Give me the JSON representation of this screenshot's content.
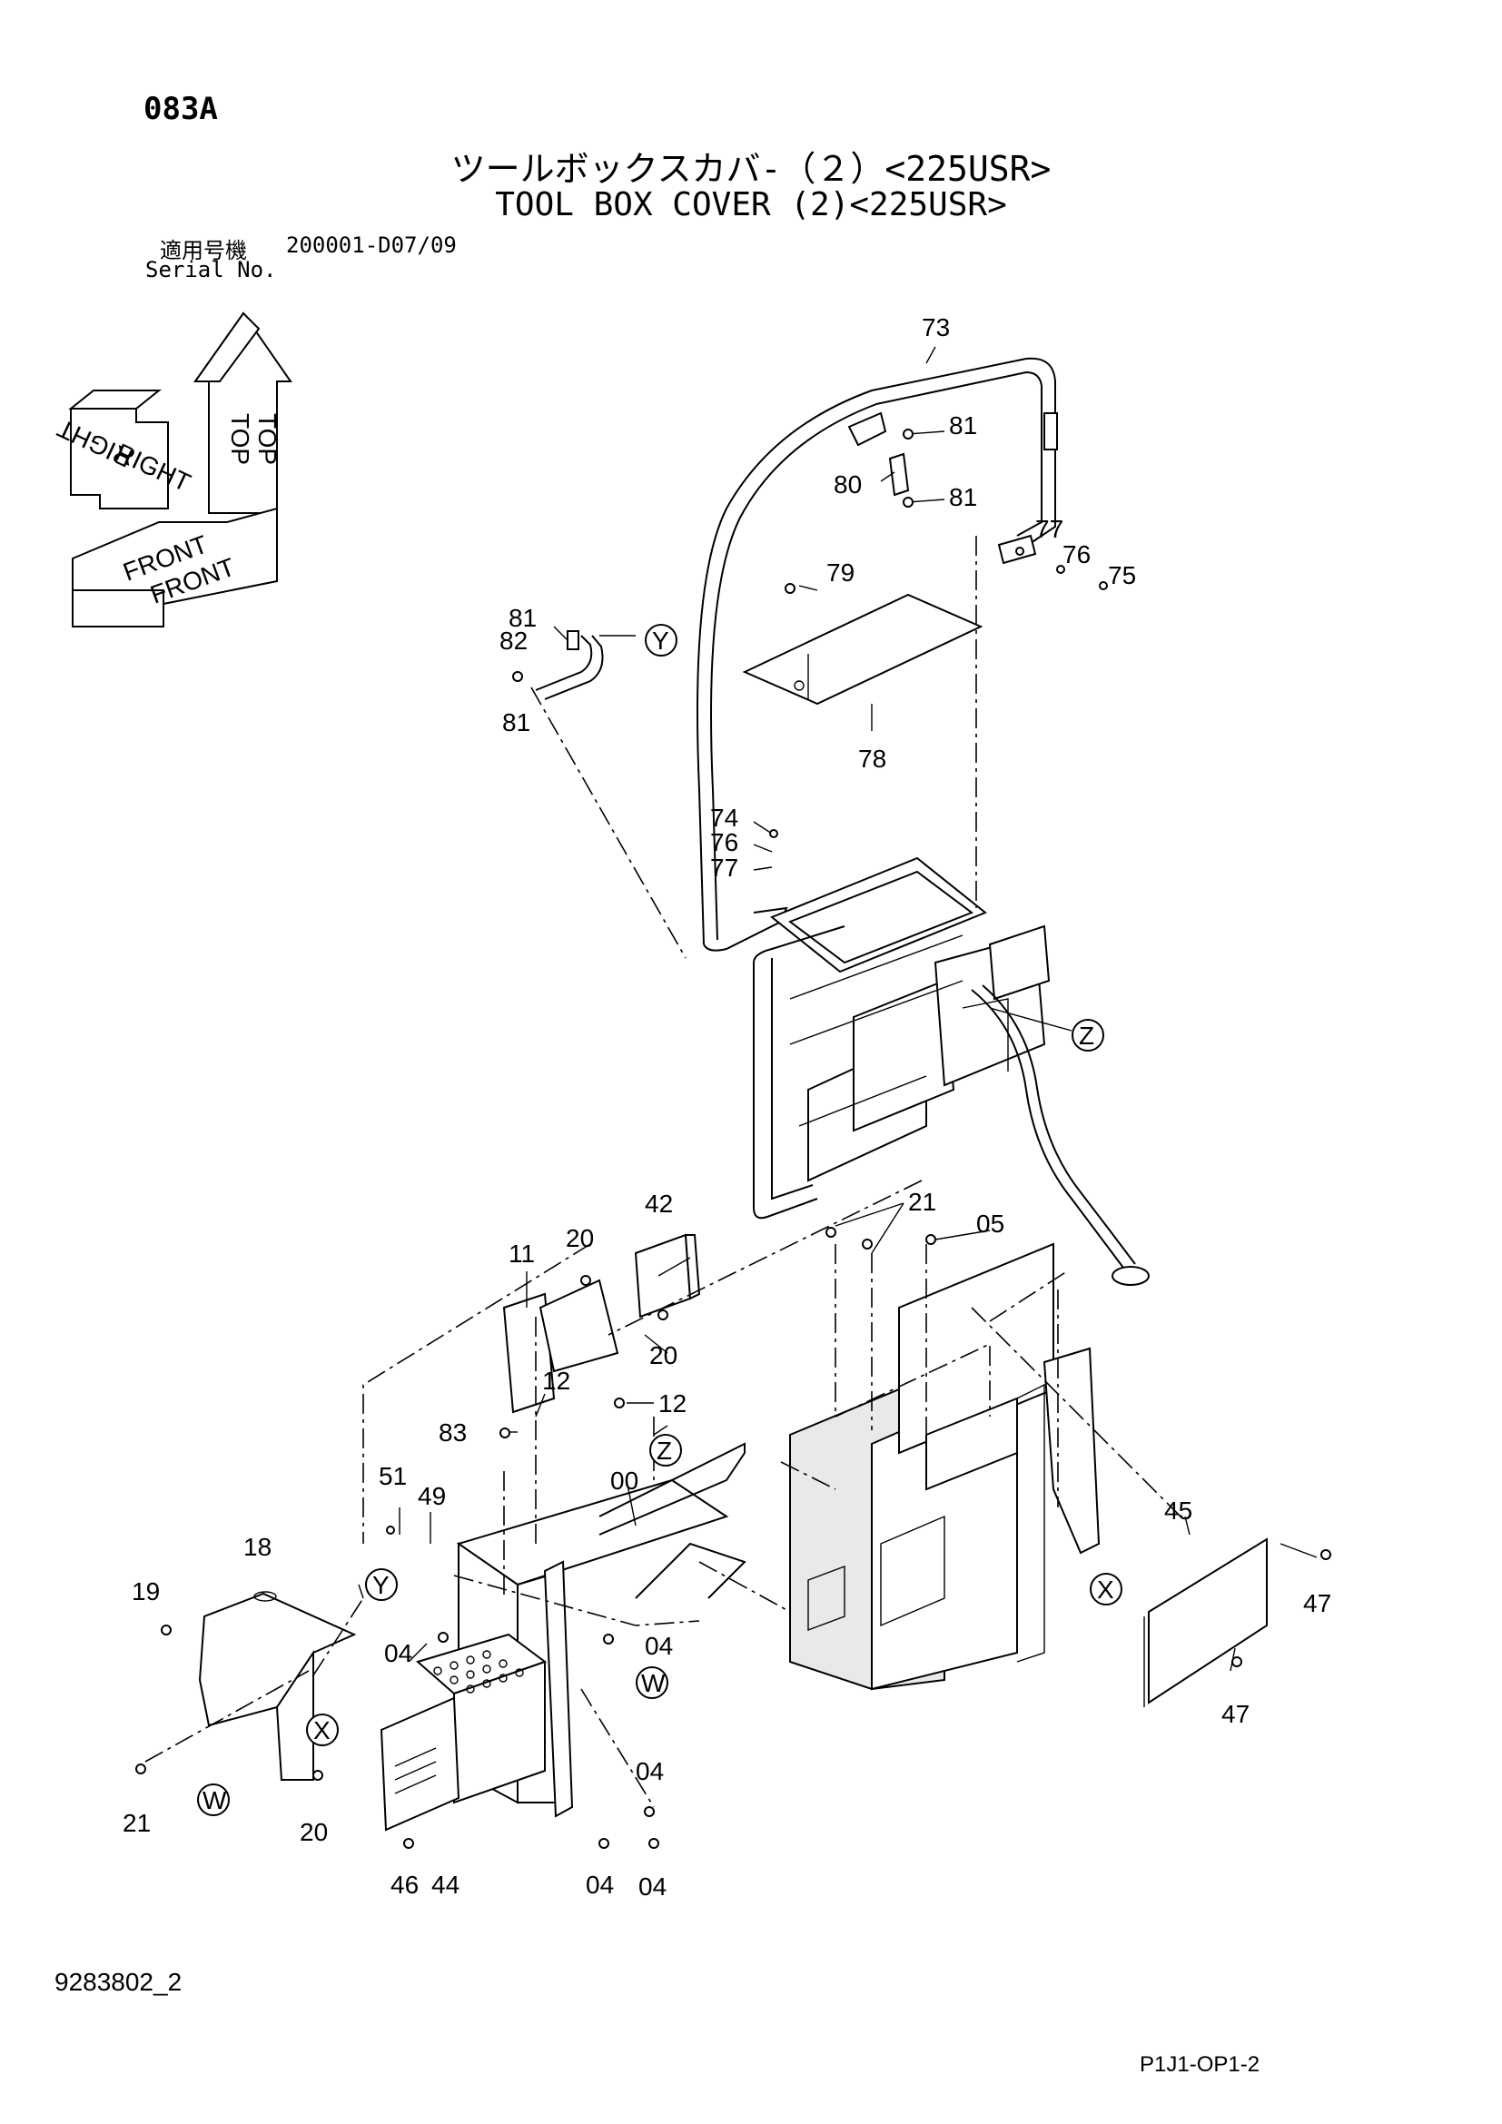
{
  "header": {
    "page_code": "083A",
    "title_ja": "ツールボックスカバ-（２）<225USR>",
    "title_en": "TOOL BOX COVER (2)<225USR>",
    "serial_label_ja": "適用号機",
    "serial_value": "200001-D07/09",
    "serial_label_en": "Serial No."
  },
  "orientation": {
    "top": "TOP",
    "right": "RIGHT",
    "front": "FRONT"
  },
  "callouts": {
    "p73": "73",
    "p81a": "81",
    "p80": "80",
    "p81b": "81",
    "p77a": "77",
    "p76a": "76",
    "p75": "75",
    "p79": "79",
    "p81c": "81",
    "p82": "82",
    "p81d": "81",
    "p78": "78",
    "p74": "74",
    "p76b": "76",
    "p77b": "77",
    "p42": "42",
    "p11": "11",
    "p20a": "20",
    "p20b": "20",
    "p12a": "12",
    "p12b": "12",
    "p83": "83",
    "p00": "00",
    "p51": "51",
    "p49": "49",
    "p18": "18",
    "p19": "19",
    "p04a": "04",
    "p04b": "04",
    "p04c": "04",
    "p04d": "04",
    "p04e": "04",
    "p21a": "21",
    "p21b": "21",
    "p20c": "20",
    "p05": "05",
    "p46": "46",
    "p44": "44",
    "p45": "45",
    "p47a": "47",
    "p47b": "47"
  },
  "refs": {
    "y1": "Y",
    "y2": "Y",
    "z1": "Z",
    "z2": "Z",
    "x1": "X",
    "x2": "X",
    "w1": "W",
    "w2": "W"
  },
  "footer": {
    "drawing_no": "9283802_2",
    "page_ref": "P1J1-OP1-2"
  }
}
